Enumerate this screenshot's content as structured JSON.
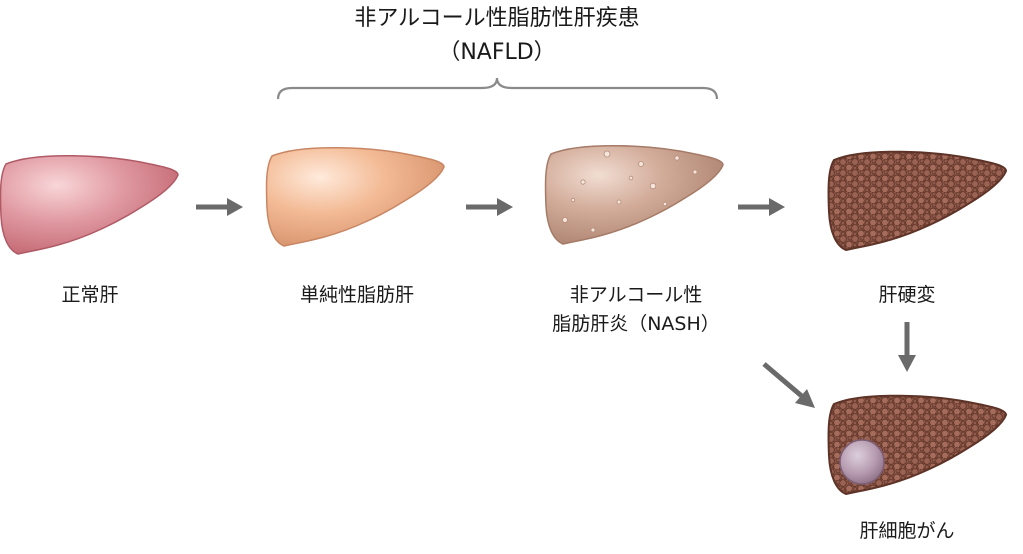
{
  "header": {
    "title": "非アルコール性脂肪性肝疾患",
    "abbreviation": "（NAFLD）"
  },
  "stages": {
    "normal": "正常肝",
    "simple_steatosis": "単純性脂肪肝",
    "nash_line1": "非アルコール性",
    "nash_line2": "脂肪肝炎（NASH）",
    "cirrhosis": "肝硬変",
    "cancer": "肝細胞がん"
  },
  "colors": {
    "normal_liver": "#dc8790",
    "steatosis_liver": "#f0b28e",
    "nash_liver": "#cfa797",
    "cirrhosis_liver": "#8e5848",
    "tumor": "#b69bb0",
    "arrow": "#6a6a6a",
    "brace": "#8a8a8a"
  }
}
